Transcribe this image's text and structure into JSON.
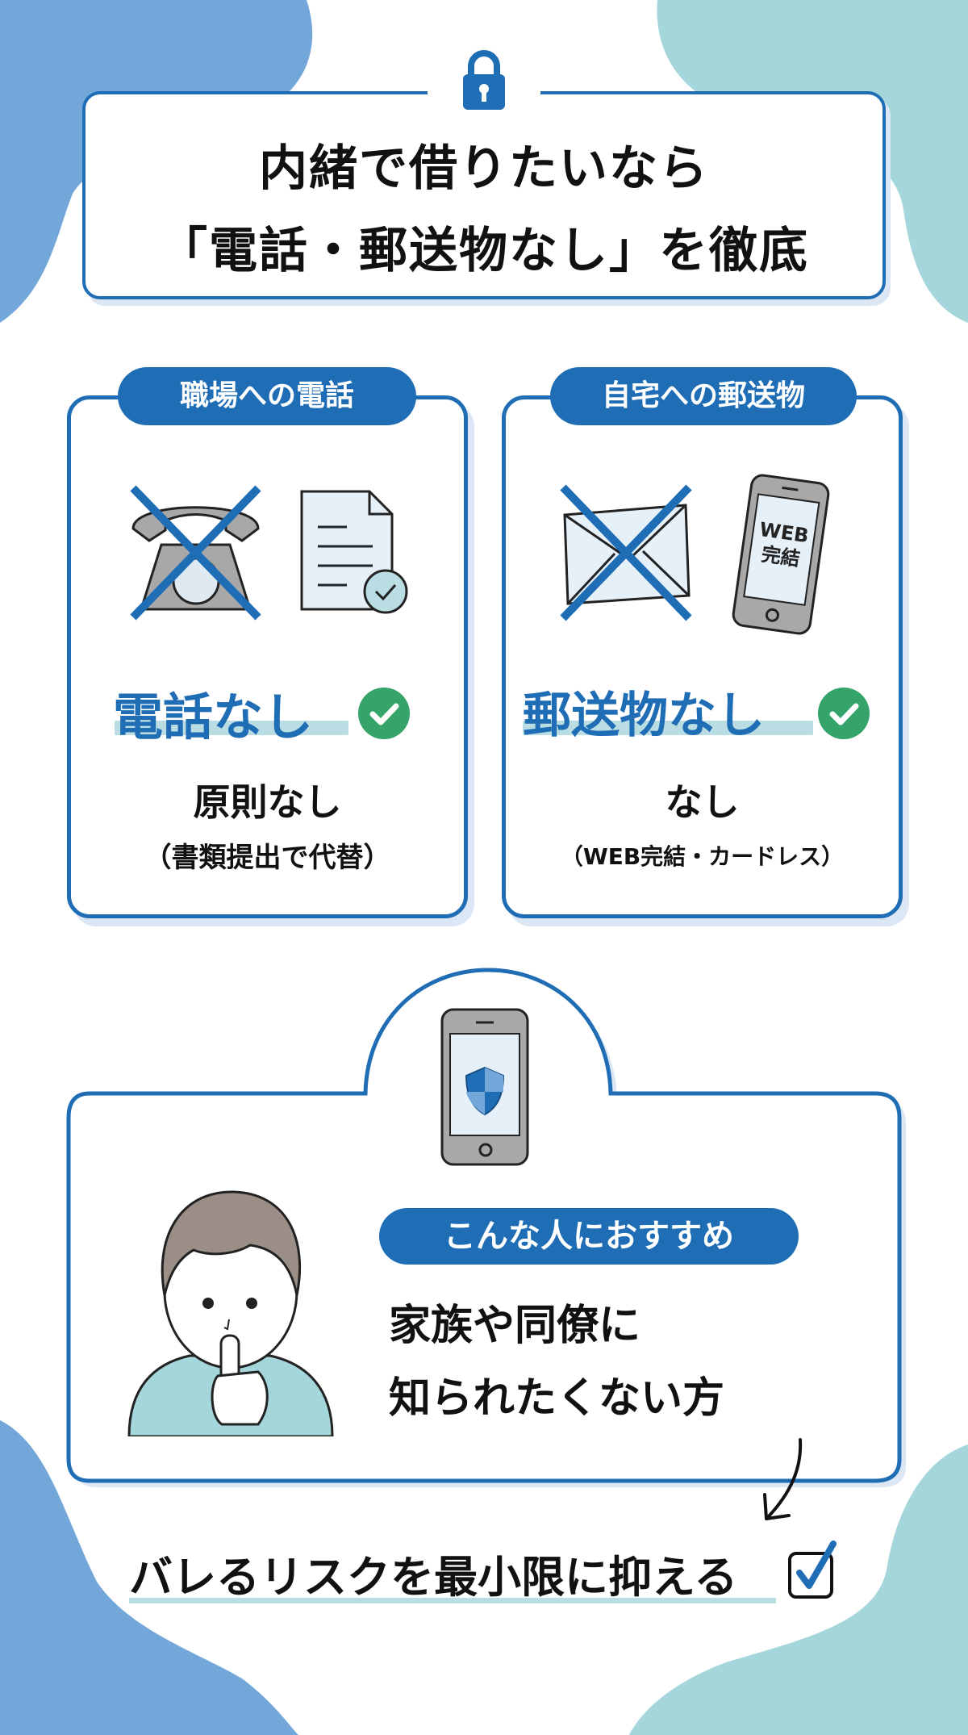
{
  "header": {
    "title_line1": "内緒で借りたいなら",
    "title_line2": "「電話・郵送物なし」を徹底",
    "icon": "lock-icon"
  },
  "cards": [
    {
      "label": "職場への電話",
      "icons": [
        "crossed-out-telephone-icon",
        "document-check-icon"
      ],
      "headline": "電話なし",
      "headline_icon": "green-check-icon",
      "result": "原則なし",
      "note": "（書類提出で代替）"
    },
    {
      "label": "自宅への郵送物",
      "icons": [
        "crossed-out-envelope-icon",
        "smartphone-icon"
      ],
      "phone_screen_line1": "WEB",
      "phone_screen_line2": "完結",
      "headline": "郵送物なし",
      "headline_icon": "green-check-icon",
      "result": "なし",
      "note": "（WEB完結・カードレス）"
    }
  ],
  "recommend": {
    "icon": "smartphone-shield-icon",
    "illustration": "person-shushing-illustration",
    "label": "こんな人におすすめ",
    "text_line1": "家族や同僚に",
    "text_line2": "知られたくない方"
  },
  "footer": {
    "text": "バレるリスクを最小限に抑える",
    "icon": "checkbox-checked-icon"
  },
  "colors": {
    "primary_blue": "#1f6db5",
    "bg_blue": "#74a7d9",
    "bg_teal": "#a4d6db",
    "highlight": "#b9dde2",
    "check_green": "#34a46a"
  }
}
